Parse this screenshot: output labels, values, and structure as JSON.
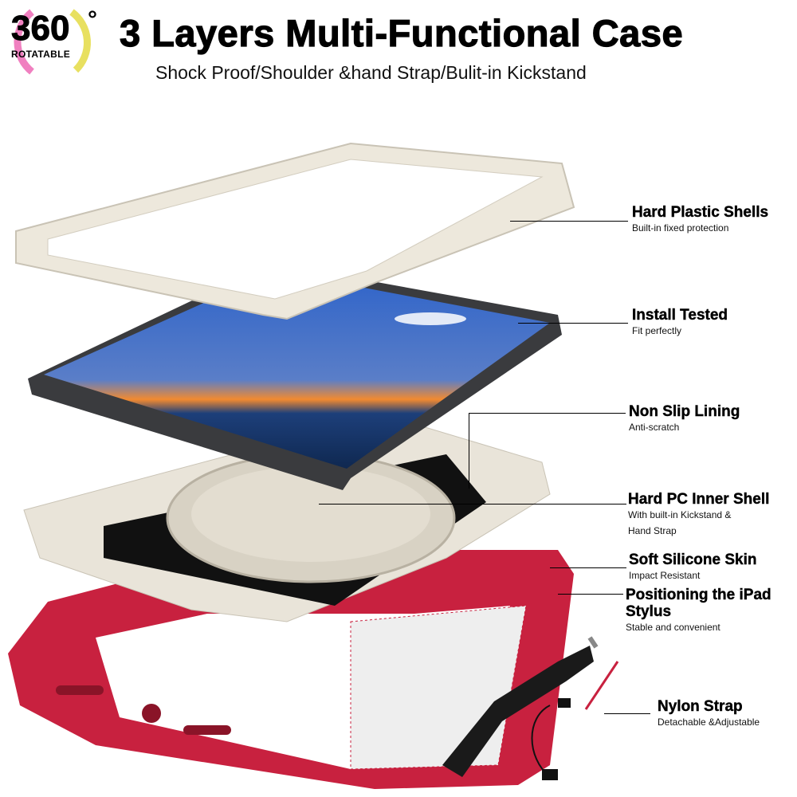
{
  "badge": {
    "number": "360",
    "degree": "°",
    "label": "ROTATABLE"
  },
  "header": {
    "title": "3 Layers Multi-Functional Case",
    "subtitle": "Shock Proof/Shoulder &hand Strap/Bulit-in Kickstand"
  },
  "features": [
    {
      "title": "Hard Plastic Shells",
      "lines": [
        "Built-in fixed protection"
      ]
    },
    {
      "title": "Install Tested",
      "lines": [
        "Fit perfectly"
      ]
    },
    {
      "title": "Non Slip Lining",
      "lines": [
        "Anti-scratch"
      ]
    },
    {
      "title": "Hard PC Inner Shell",
      "lines": [
        "With built-in Kickstand &",
        "Hand Strap"
      ]
    },
    {
      "title": "Soft Silicone Skin",
      "lines": [
        "Impact Resistant"
      ]
    },
    {
      "title": "Positioning the iPad",
      "title2": "Stylus",
      "lines": [
        "Stable and convenient"
      ]
    },
    {
      "title": "Nylon Strap",
      "lines": [
        "Detachable &Adjustable"
      ]
    }
  ],
  "colors": {
    "frame": "#ede8dc",
    "skin": "#c8213f",
    "tablet": "#3a3b3e",
    "strap": "#1a1a1a"
  }
}
